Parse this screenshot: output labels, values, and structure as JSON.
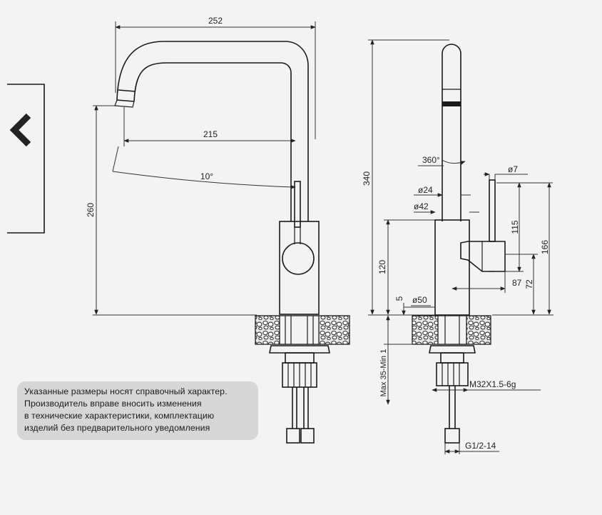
{
  "front_view": {
    "width_252": "252",
    "reach_215": "215",
    "angle_10": "10°",
    "height_260": "260"
  },
  "side_view": {
    "height_340": "340",
    "rotation_360": "360°",
    "dia_7": "ø7",
    "dia_24": "ø24",
    "dia_42": "ø42",
    "dim_115": "115",
    "dim_166": "166",
    "dim_120": "120",
    "dim_87": "87",
    "dim_72": "72",
    "dim_5": "5",
    "dia_50": "ø50",
    "max_35": "Max 35-Min 1",
    "thread_m32": "M32X1.5-6g",
    "thread_g12": "G1/2-14"
  },
  "note": {
    "lines": [
      "Указанные размеры носят справочный характер.",
      "Производитель вправе вносить изменения",
      "в технические характеристики, комплектацию",
      "изделий без предварительного уведомления"
    ]
  },
  "colors": {
    "background": "#f3f3f3",
    "line": "#1b1b1b",
    "note_bg": "#d6d6d6"
  }
}
